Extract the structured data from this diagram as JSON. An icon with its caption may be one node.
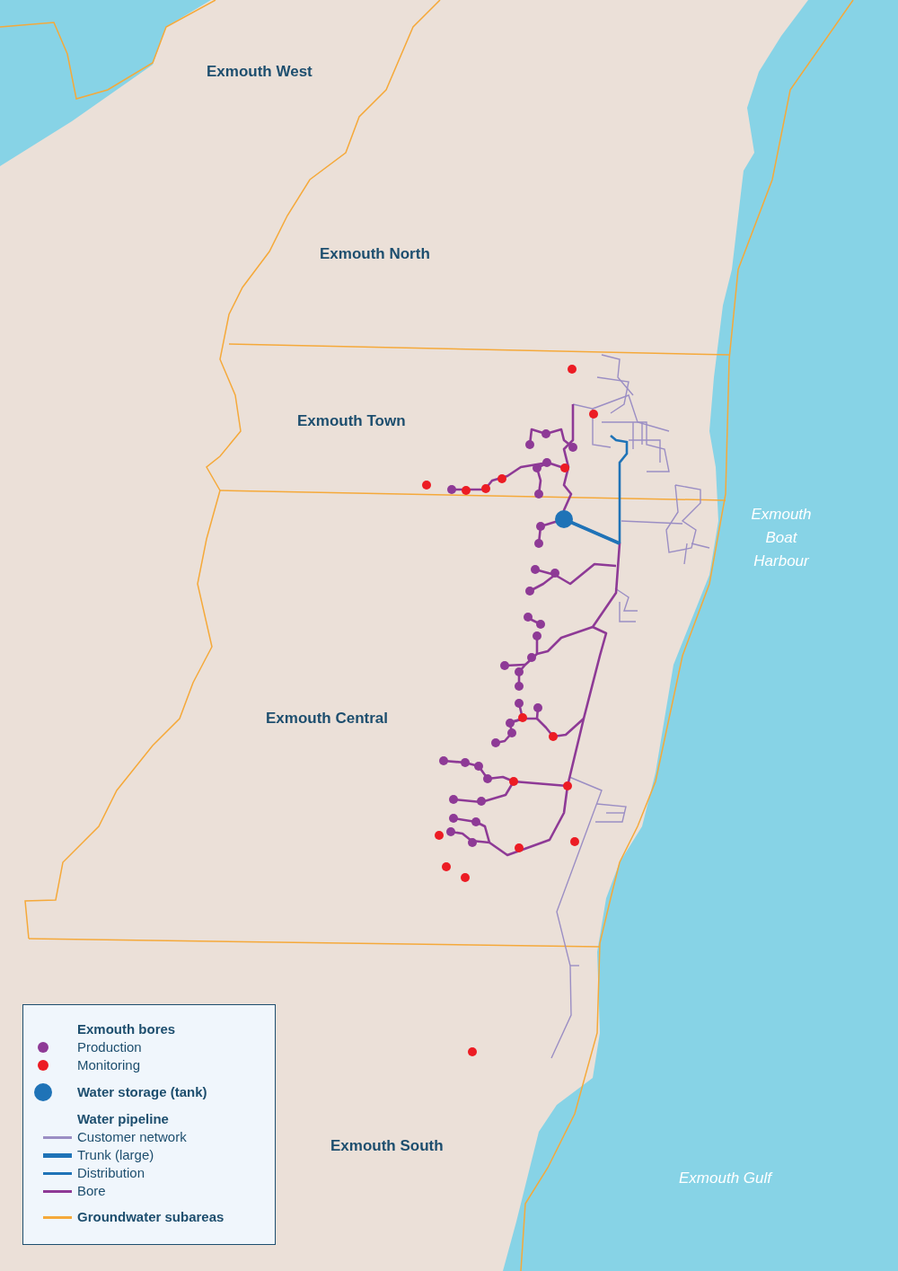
{
  "diagram": {
    "labels": [
      "Exmouth West",
      "Exmouth North",
      "Exmouth Town",
      "Exmouth Central",
      "Exmouth Boat Harbour",
      "Exmouth South",
      "Exmouth Gulf",
      "Exmouth bores",
      "Water pipeline"
    ],
    "legend": [
      {
        "text": "Production",
        "color": "#8e3a96"
      },
      {
        "text": "Monitoring",
        "color": "#ec1c24"
      },
      {
        "text": "Water storage (tank)",
        "color": "#1f73b7"
      },
      {
        "text": "Customer network"
      },
      {
        "text": "Trunk (large)"
      },
      {
        "text": "Distribution"
      },
      {
        "text": "Bore"
      },
      {
        "text": "Groundwater subareas"
      }
    ]
  }
}
